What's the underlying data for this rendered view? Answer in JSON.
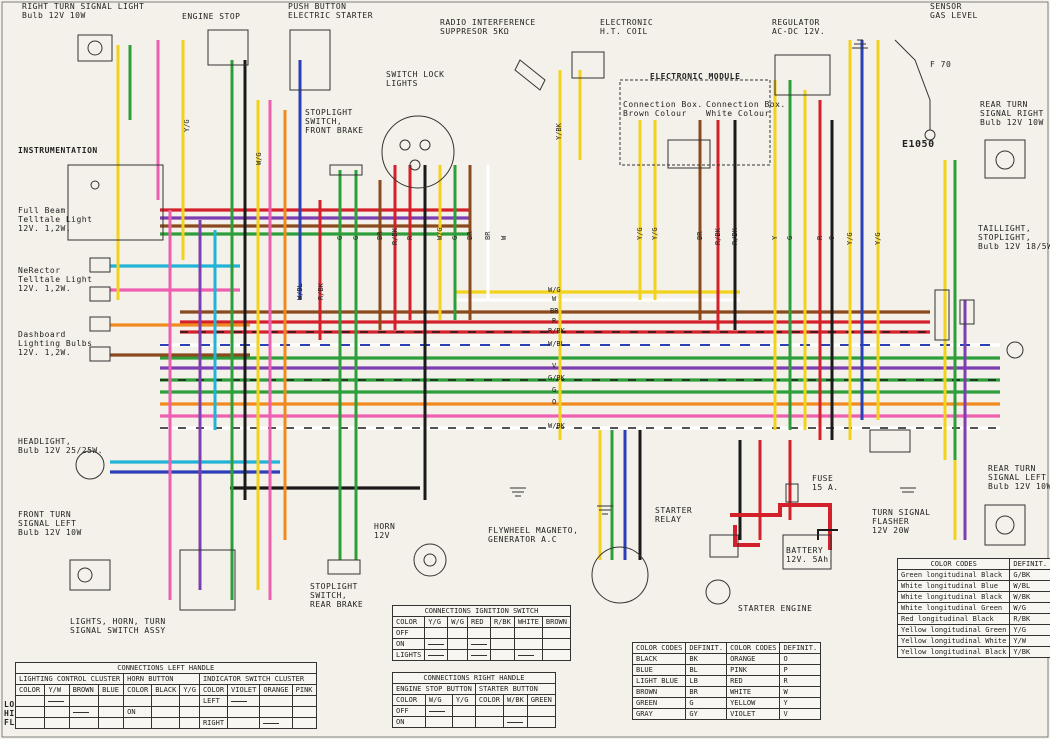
{
  "labels": {
    "turn_right_front": "RIGHT TURN SIGNAL LIGHT\nBulb 12V 10W",
    "engine_stop": "ENGINE STOP",
    "push_starter": "PUSH BUTTON\nELECTRIC STARTER",
    "radio_supp": "RADIO INTERFERENCE\nSUPPRESOR 5KΩ",
    "ht_coil": "ELECTRONIC\nH.T. COIL",
    "regulator": "REGULATOR\nAC-DC 12V.",
    "sensor": "SENSOR\nGAS LEVEL",
    "elec_module": "ELECTRONIC MODULE",
    "conn_brown": "Connection Box.\nBrown Colour",
    "conn_white": "Connection Box.\nWhite Colour",
    "switch_lock": "SWITCH LOCK\nLIGHTS",
    "stop_front": "STOPLIGHT\nSWITCH,\nFRONT BRAKE",
    "instrumentation": "INSTRUMENTATION",
    "full_beam": "Full Beam\nTelltale Light\n12V. 1,2W.",
    "neutral": "NeRector\nTelltale Light\n12V. 1,2W.",
    "dashboard": "Dashboard\nLighting Bulbs\n12V. 1,2W.",
    "headlight": "HEADLIGHT,\nBulb 12V 25/25W.",
    "turn_left_front": "FRONT TURN\nSIGNAL LEFT\nBulb 12V 10W",
    "lights_switch": "LIGHTS, HORN, TURN\nSIGNAL SWITCH ASSY",
    "horn": "HORN\n12V",
    "stop_rear": "STOPLIGHT\nSWITCH,\nREAR BRAKE",
    "flywheel": "FLYWHEEL MAGNETO,\nGENERATOR A.C",
    "starter_relay": "STARTER\nRELAY",
    "fuse": "FUSE\n15 A.",
    "battery": "BATTERY\n12V. 5Ah.",
    "starter_engine": "STARTER ENGINE",
    "turn_flasher": "TURN SIGNAL\nFLASHER\n12V 20W",
    "rear_turn_right": "REAR TURN\nSIGNAL RIGHT\nBulb 12V 10W",
    "taillight": "TAILLIGHT,\nSTOPLIGHT,\nBulb 12V 18/5W",
    "rear_turn_left": "REAR TURN\nSIGNAL LEFT\nBulb 12V 10W",
    "f70": "F 70",
    "e1050": "E1050",
    "side_codes": "LO\nHI\nFLASH"
  },
  "wire_labels_h": [
    "W/G",
    "W",
    "BR",
    "R",
    "R/BK",
    "W/BL",
    "V",
    "G/BK",
    "G",
    "O",
    "W/BK"
  ],
  "wire_labels_v": [
    "Y/G",
    "Y/BK",
    "W/G",
    "W/BL",
    "R/BK",
    "G",
    "G",
    "BR",
    "R/BK",
    "R",
    "W/G",
    "G",
    "BR",
    "BR",
    "W",
    "Y/G",
    "Y/G",
    "BR",
    "R/BK",
    "R/BK",
    "Y",
    "G",
    "R",
    "O",
    "Y/G",
    "Y/G"
  ],
  "color_codes": {
    "title": "COLOR CODES",
    "def": "DEFINIT.",
    "rows": [
      [
        "Green longitudinal Black",
        "G/BK"
      ],
      [
        "White longitudinal Blue",
        "W/BL"
      ],
      [
        "White longitudinal Black",
        "W/BK"
      ],
      [
        "White longitudinal Green",
        "W/G"
      ],
      [
        "Red longitudinal Black",
        "R/BK"
      ],
      [
        "Yellow longitudinal Green",
        "Y/G"
      ],
      [
        "Yellow longitudinal White",
        "Y/W"
      ],
      [
        "Yellow longitudinal Black",
        "Y/BK"
      ]
    ]
  },
  "color_codes_simple": {
    "h1": "COLOR CODES",
    "h2": "DEFINIT.",
    "h3": "COLOR CODES",
    "h4": "DEFINIT.",
    "left": [
      [
        "BLACK",
        "BK"
      ],
      [
        "BLUE",
        "BL"
      ],
      [
        "LIGHT BLUE",
        "LB"
      ],
      [
        "BROWN",
        "BR"
      ],
      [
        "GREEN",
        "G"
      ],
      [
        "GRAY",
        "GY"
      ]
    ],
    "right": [
      [
        "ORANGE",
        "O"
      ],
      [
        "PINK",
        "P"
      ],
      [
        "RED",
        "R"
      ],
      [
        "WHITE",
        "W"
      ],
      [
        "YELLOW",
        "Y"
      ],
      [
        "VIOLET",
        "V"
      ]
    ]
  },
  "ignition_table": {
    "title": "CONNECTIONS IGNITION SWITCH",
    "header": [
      "COLOR",
      "Y/G",
      "W/G",
      "RED",
      "R/BK",
      "WHITE",
      "BROWN"
    ],
    "rows": [
      "OFF",
      "ON",
      "LIGHTS"
    ]
  },
  "left_handle": {
    "title": "CONNECTIONS LEFT HANDLE",
    "g1": "LIGHTING CONTROL CLUSTER",
    "g2": "HORN BUTTON",
    "g3": "INDICATOR SWITCH CLUSTER",
    "header": [
      "COLOR",
      "Y/W",
      "BROWN",
      "BLUE",
      "COLOR",
      "BLACK",
      "Y/G",
      "COLOR",
      "VIOLET",
      "ORANGE",
      "PINK"
    ],
    "rows": [
      [
        "",
        "",
        "",
        "",
        "",
        "",
        "",
        "LEFT",
        "",
        "",
        ""
      ],
      [
        "",
        "",
        "",
        "",
        "",
        "ON",
        "",
        "",
        "",
        "",
        ""
      ],
      [
        "",
        "",
        "",
        "",
        "",
        "",
        "",
        "RIGHT",
        "",
        "",
        ""
      ]
    ]
  },
  "right_handle": {
    "title": "CONNECTIONS RIGHT HANDLE",
    "g1": "ENGINE STOP BUTTON",
    "g2": "STARTER BUTTON",
    "header": [
      "COLOR",
      "W/G",
      "Y/G",
      "COLOR",
      "W/BK",
      "GREEN"
    ],
    "rows": [
      "OFF",
      "ON"
    ]
  },
  "wire_colors": {
    "black": "#1a1a1a",
    "red": "#d4202a",
    "green": "#2e9e3a",
    "yellow": "#f2d21b",
    "blue": "#2a3fb8",
    "lightblue": "#22b3d6",
    "pink": "#ef5fb0",
    "orange": "#f08a1e",
    "violet": "#7d3fb0",
    "brown": "#8a4a1e",
    "white": "#ffffff"
  }
}
